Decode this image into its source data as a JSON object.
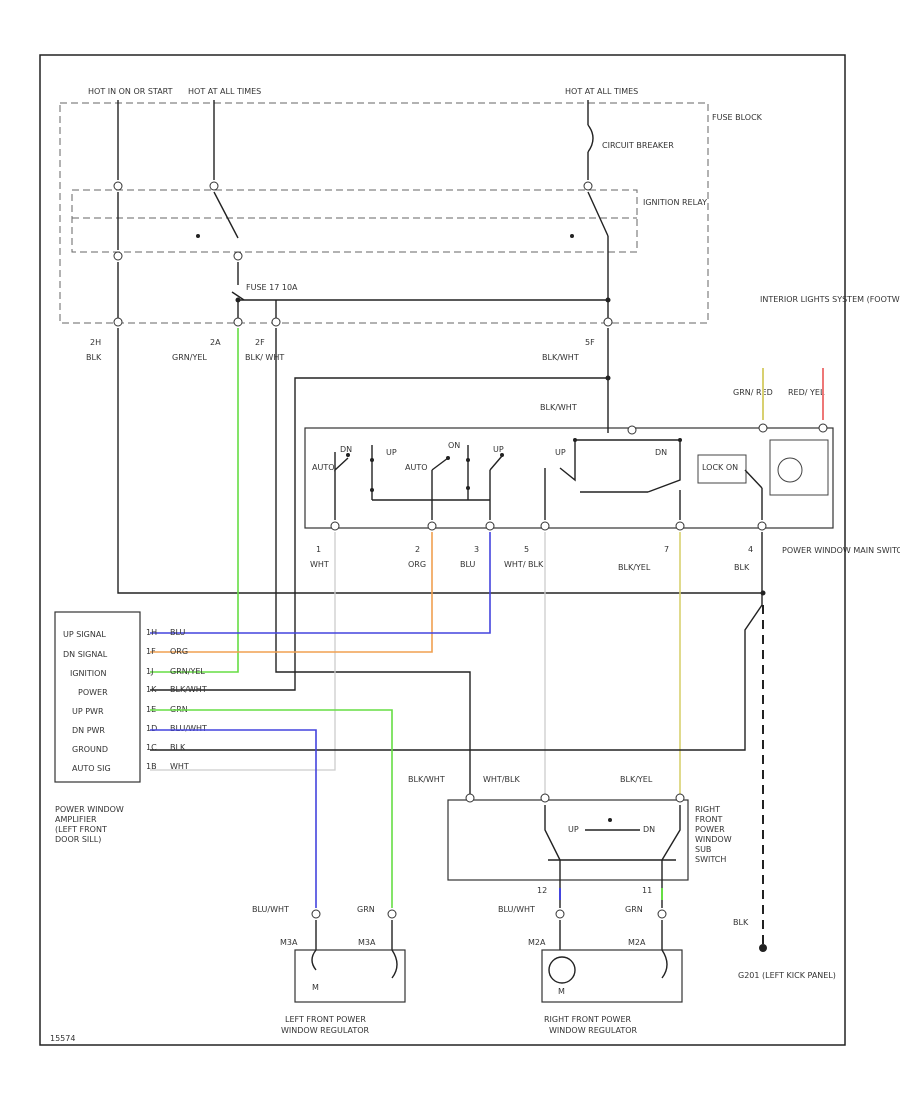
{
  "colors": {
    "green": "#66dd44",
    "orange": "#f0a050",
    "blue": "#4444dd",
    "yellow": "#d8d070",
    "red": "#ee7777",
    "gray": "#bbbbbb",
    "wire": "#222222"
  },
  "power": {
    "hot_run_start": "HOT IN ON OR START",
    "hot_all_times_1": "HOT AT ALL TIMES",
    "hot_all_times_2": "HOT AT ALL TIMES"
  },
  "fuse_block": {
    "label": "FUSE BLOCK",
    "circuit_breaker": "CIRCUIT BREAKER",
    "ignition_relay": "IGNITION RELAY",
    "fuse": "FUSE 17 10A"
  },
  "fuse_pins": {
    "p1": "2H",
    "p1_wire": "BLK",
    "p2": "2A",
    "p2_wire": "GRN/YEL",
    "p3": "2F",
    "p3_wire": "BLK/ WHT",
    "p4": "5F",
    "p4_wire": "BLK/WHT"
  },
  "bus_wire": "BLK/WHT",
  "interior_lights": {
    "label": "INTERIOR LIGHTS SYSTEM (FOOTWELL RED)",
    "w1": "GRN/ RED",
    "w2": "RED/ YEL"
  },
  "master_switch": {
    "label": "POWER WINDOW MAIN SWITCH",
    "sw_dn": "DN",
    "sw_up": "UP",
    "sw_auto": "AUTO",
    "sw_on": "ON",
    "sw_auto2": "AUTO",
    "sw_up2": "UP",
    "sw_up3": "UP",
    "sw_dn2": "DN",
    "lock": "LOCK ON",
    "pins": [
      {
        "num": "1",
        "wire": "WHT"
      },
      {
        "num": "2",
        "wire": "ORG"
      },
      {
        "num": "3",
        "wire": "BLU"
      },
      {
        "num": "5",
        "wire": "WHT/ BLK"
      },
      {
        "num": "7",
        "wire": "BLK/YEL"
      },
      {
        "num": "4",
        "wire": "BLK"
      }
    ]
  },
  "amplifier": {
    "label": "POWER WINDOW AMPLIFIER (LEFT FRONT DOOR SILL)",
    "rows": [
      {
        "name": "UP SIGNAL",
        "pin": "1H",
        "wire": "BLU"
      },
      {
        "name": "DN SIGNAL",
        "pin": "1F",
        "wire": "ORG"
      },
      {
        "name": "IGNITION",
        "pin": "1J",
        "wire": "GRN/YEL"
      },
      {
        "name": "POWER",
        "pin": "1K",
        "wire": "BLK/WHT"
      },
      {
        "name": "UP PWR",
        "pin": "1E",
        "wire": "GRN"
      },
      {
        "name": "DN PWR",
        "pin": "1D",
        "wire": "BLU/WHT"
      },
      {
        "name": "GROUND",
        "pin": "1C",
        "wire": "BLK"
      },
      {
        "name": "AUTO SIG",
        "pin": "1B",
        "wire": "WHT"
      }
    ]
  },
  "sub_switch": {
    "label": "RIGHT FRONT POWER WINDOW SUB SWITCH",
    "w1": "BLK/WHT",
    "w2": "WHT/BLK",
    "w3": "BLK/YEL",
    "up": "UP",
    "dn": "DN"
  },
  "left_regulator": {
    "label": "LEFT FRONT POWER WINDOW REGULATOR",
    "w1": "BLU/WHT",
    "w2": "GRN",
    "m1": "M",
    "c1": "M3A",
    "c2": "M3A"
  },
  "right_regulator": {
    "label": "RIGHT FRONT POWER WINDOW REGULATOR",
    "w1": "BLU/WHT",
    "w2": "GRN",
    "p1": "12",
    "p2": "11",
    "m1": "M",
    "c1": "M2A",
    "c2": "M2A"
  },
  "ground": {
    "wire": "BLK",
    "label": "G201 (LEFT KICK PANEL)"
  },
  "footer_code": "15574"
}
